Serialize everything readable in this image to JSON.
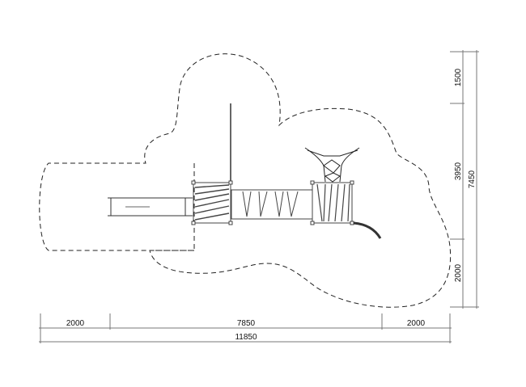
{
  "dimensions": {
    "horizontal": {
      "left": "2000",
      "middle": "7850",
      "right": "2000",
      "total": "11850"
    },
    "vertical": {
      "top": "1500",
      "middle": "3950",
      "bottom": "2000",
      "total": "7450"
    }
  },
  "colors": {
    "line": "#222222",
    "dim_line": "#777777"
  }
}
